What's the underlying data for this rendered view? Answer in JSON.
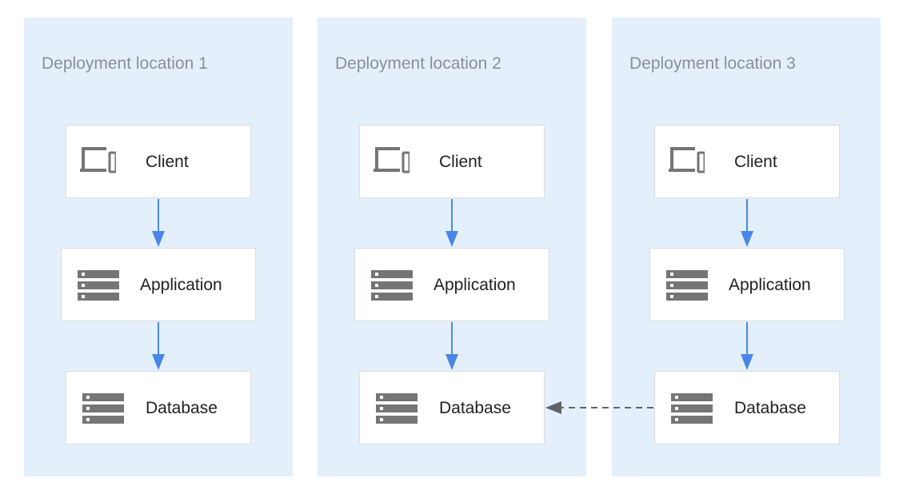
{
  "colors": {
    "region_fill": "#e3f0fb",
    "arrow_blue": "#4a86e8",
    "dashed_arrow": "#5f6368",
    "icon_gray": "#757575"
  },
  "regions": [
    {
      "title": "Deployment location 1",
      "client": {
        "label": "Client",
        "icon": "laptop-phone-icon"
      },
      "application": {
        "label": "Application",
        "icon": "server-stack-icon"
      },
      "database": {
        "label": "Database",
        "icon": "server-stack-icon"
      }
    },
    {
      "title": "Deployment location 2",
      "client": {
        "label": "Client",
        "icon": "laptop-phone-icon"
      },
      "application": {
        "label": "Application",
        "icon": "server-stack-icon"
      },
      "database": {
        "label": "Database",
        "icon": "server-stack-icon"
      }
    },
    {
      "title": "Deployment location 3",
      "client": {
        "label": "Client",
        "icon": "laptop-phone-icon"
      },
      "application": {
        "label": "Application",
        "icon": "server-stack-icon"
      },
      "database": {
        "label": "Database",
        "icon": "server-stack-icon"
      }
    }
  ],
  "connections": [
    {
      "from": "regions.0.client",
      "to": "regions.0.application",
      "style": "solid"
    },
    {
      "from": "regions.0.application",
      "to": "regions.0.database",
      "style": "solid"
    },
    {
      "from": "regions.1.client",
      "to": "regions.1.application",
      "style": "solid"
    },
    {
      "from": "regions.1.application",
      "to": "regions.1.database",
      "style": "solid"
    },
    {
      "from": "regions.2.client",
      "to": "regions.2.application",
      "style": "solid"
    },
    {
      "from": "regions.2.application",
      "to": "regions.2.database",
      "style": "solid"
    },
    {
      "from": "regions.2.database",
      "to": "regions.1.database",
      "style": "dashed"
    }
  ]
}
